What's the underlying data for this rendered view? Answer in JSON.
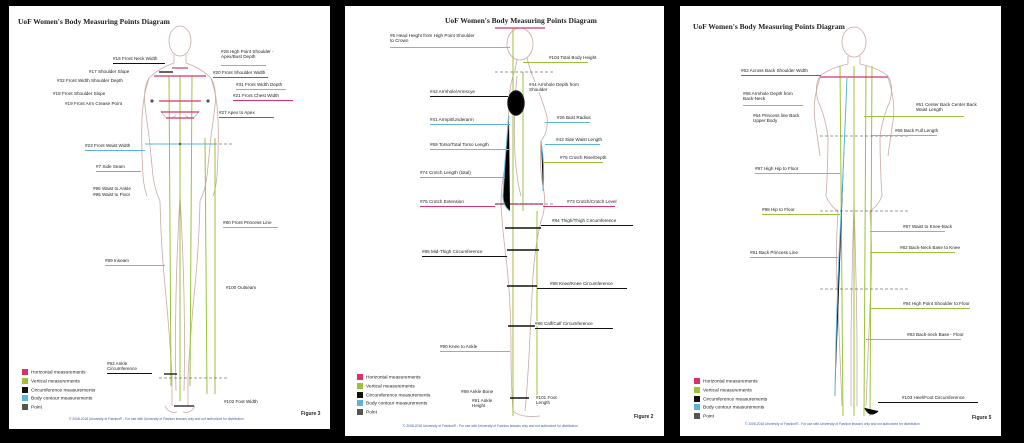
{
  "colors": {
    "horizontal": "#d6336c",
    "vertical": "#9cc23a",
    "circumference": "#111111",
    "contour": "#5bb4d9",
    "point": "#555555",
    "body_outline": "#c9a9a3"
  },
  "legend": {
    "horizontal": "Horizontal measurements",
    "vertical": "Vertical measurements",
    "circumference": "Circumference measurements",
    "contour": "Body contour measurements",
    "point": "Point"
  },
  "copyright": "© 2008-2018 University of Fashion® - For use with University of Fashion lessons only and not authorized for distribution",
  "figure1": {
    "title": "UoF  Women's Body Measuring Points Diagram",
    "figure": "Figure 3",
    "labels": [
      "#15 Front Neck Width",
      "#28 High Point Shoulder - Apex/Bust Depth",
      "#17 Shoulder Slope",
      "#20 Front Shoulder Width",
      "#32 Front Width Shoulder Depth",
      "#31 Front Width Depth",
      "#18 Front Shoulder Slope",
      "#21 Front Chest Width",
      "#19 Front Arm Crease Point",
      "#27 Apex to Apex",
      "#23 Front Waist Width",
      "#7 Side Seam",
      "#95 Waist to Ankle",
      "#96 Waist to Floor",
      "#80 Front Princess Line",
      "#99 Inseam",
      "#100 Outseam",
      "#92 Ankle Circumference",
      "#102 Foot Width"
    ]
  },
  "figure2": {
    "title": "UoF  Women's Body Measuring Points Diagram",
    "figure": "Figure 2",
    "labels": [
      "#5 Head Height from High Point Shoulder to Crown",
      "#104 Total Body Height",
      "#44 Armhole Depth from Shoulder",
      "#42  Armhole/Armscye",
      "#41 Armpit/Underarm",
      "#26 Bust Radius",
      "#43 Side Waist Length",
      "#69 Torso/Total Torso Length",
      "#75 Crotch Rise/Depth",
      "#74 Crotch Length (total)",
      "#73 Crotch/Crotch Level",
      "#76 Crotch Extension",
      "#84 Thigh/Thigh Circumference",
      "#85 Mid-Thigh Circumference",
      "#88 Knee/Knee Circumference",
      "#86 Calf/Calf Circumference",
      "#90 Knee to Ankle",
      "#89 Ankle Bone",
      "#91 Ankle Height",
      "#101 Foot Length"
    ]
  },
  "figure3": {
    "title": "UoF  Women's Body Measuring Points Diagram",
    "figure": "Figure 5",
    "labels": [
      "#62 Across Back Shoulder Width",
      "#68 Armhole Depth from Back-Neck",
      "#61 Center Back Center Back Waist Length",
      "#64 Princess line Back Upper Body",
      "#66 Back Full Length",
      "#97 High Hip to Floor",
      "#98 Hip to Floor",
      "#87 Waist to Knee-Back",
      "#82 Back-Neck Base to Knee",
      "#81 Back Princess Line",
      "#94 High Point Shoulder to Floor",
      "#83 Back-neck Base - Floor",
      "#103 Heel/Foot Circumference"
    ]
  }
}
